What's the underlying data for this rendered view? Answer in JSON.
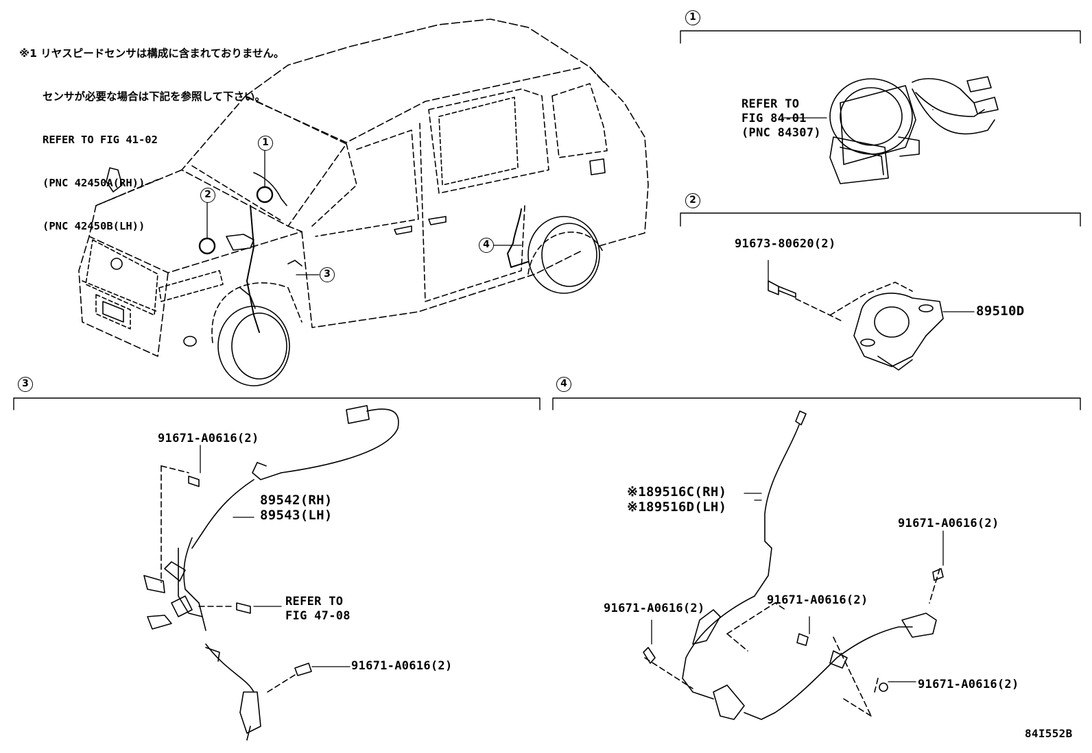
{
  "note": {
    "line1": "※1 リヤスピードセンサは構成に含まれておりません。",
    "line2": "センサが必要な場合は下記を参照して下さい。",
    "line3": "REFER TO FIG 41-02",
    "line4": "(PNC 42450A(RH))",
    "line5": "(PNC 42450B(LH))"
  },
  "callouts": {
    "c1": "1",
    "c2": "2",
    "c3": "3",
    "c4": "4"
  },
  "section1": {
    "refer1": "REFER TO",
    "refer2": "FIG 84-01",
    "refer3": "(PNC 84307)"
  },
  "section2": {
    "bolt": "91673-80620(2)",
    "part": "89510D"
  },
  "section3": {
    "bolt_top": "91671-A0616(2)",
    "part_rh": "89542(RH)",
    "part_lh": "89543(LH)",
    "refer1": "REFER TO",
    "refer2": "FIG 47-08",
    "bolt_bottom": "91671-A0616(2)"
  },
  "section4": {
    "part_rh": "※189516C(RH)",
    "part_lh": "※189516D(LH)",
    "bolt_right_top": "91671-A0616(2)",
    "bolt_left": "91671-A0616(2)",
    "bolt_mid": "91671-A0616(2)",
    "bolt_right_bottom": "91671-A0616(2)"
  },
  "figure_id": "84I552B"
}
